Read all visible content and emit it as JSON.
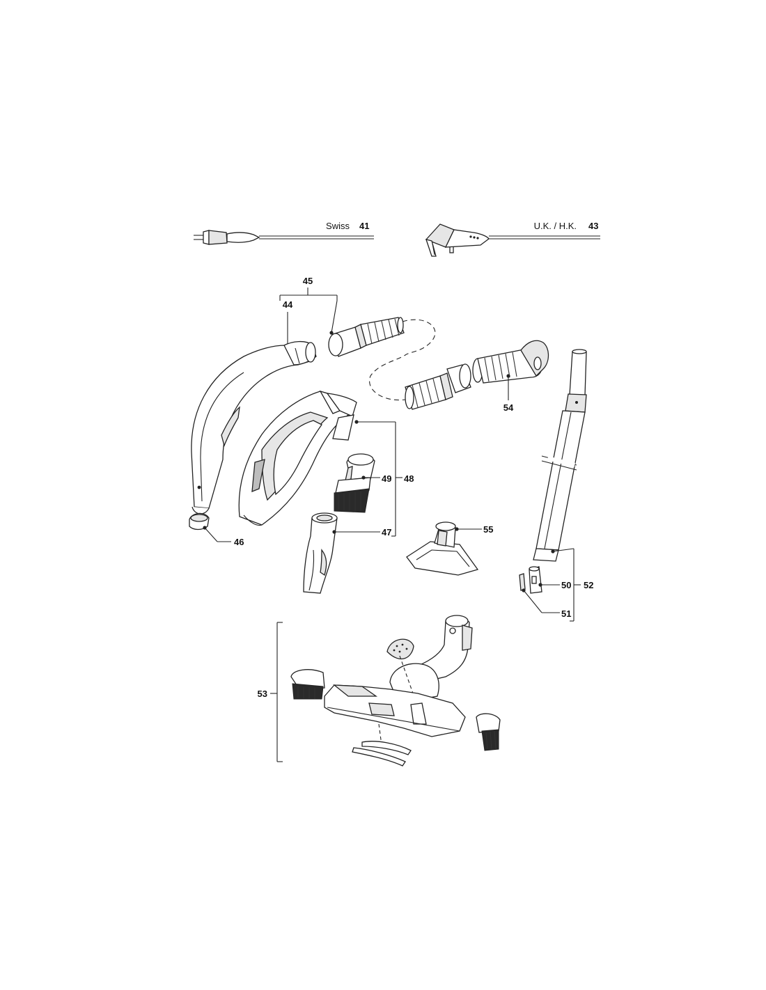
{
  "diagram": {
    "cords": [
      {
        "region": "Swiss",
        "number": "41"
      },
      {
        "region": "U.K. / H.K.",
        "number": "43"
      }
    ],
    "callouts": {
      "c44": "44",
      "c45": "45",
      "c46": "46",
      "c47": "47",
      "c48": "48",
      "c49": "49",
      "c50": "50",
      "c51": "51",
      "c52": "52",
      "c53": "53",
      "c54": "54",
      "c55": "55"
    }
  }
}
